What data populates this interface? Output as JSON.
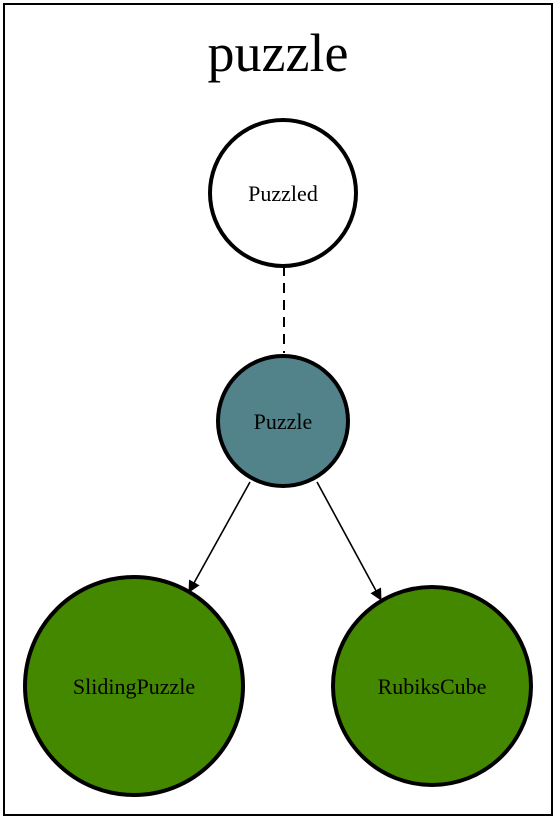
{
  "diagram": {
    "title": "puzzle",
    "nodes": [
      {
        "id": "puzzled",
        "label": "Puzzled",
        "fill": "#ffffff"
      },
      {
        "id": "puzzle",
        "label": "Puzzle",
        "fill": "#52838a"
      },
      {
        "id": "sliding",
        "label": "SlidingPuzzle",
        "fill": "#448800"
      },
      {
        "id": "rubiks",
        "label": "RubiksCube",
        "fill": "#448800"
      }
    ],
    "edges": [
      {
        "from": "puzzled",
        "to": "puzzle",
        "style": "dashed",
        "arrow": false
      },
      {
        "from": "puzzle",
        "to": "sliding",
        "style": "solid",
        "arrow": true
      },
      {
        "from": "puzzle",
        "to": "rubiks",
        "style": "solid",
        "arrow": true
      }
    ],
    "colors": {
      "stroke": "#000000",
      "background": "#ffffff"
    }
  }
}
